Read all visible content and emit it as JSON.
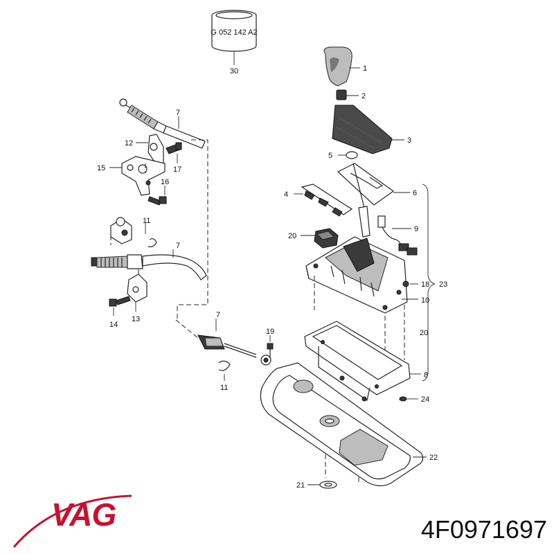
{
  "sleeve_marking": "G 052 142 A2",
  "callouts": {
    "c1": "1",
    "c2": "2",
    "c3": "3",
    "c4": "4",
    "c5": "5",
    "c6": "6",
    "c7a": "7",
    "c7b": "7",
    "c7c": "7",
    "c8": "8",
    "c9": "9",
    "c10": "10",
    "c11a": "11",
    "c11b": "11",
    "c12": "12",
    "c13": "13",
    "c14": "14",
    "c15": "15",
    "c16": "16",
    "c17": "17",
    "c18": "18",
    "c19": "19",
    "c20a": "20",
    "c20b": "20",
    "c21": "21",
    "c22": "22",
    "c23": "23",
    "c24": "24",
    "c30": "30"
  },
  "brand": {
    "name": "VAG",
    "color": "#c8102e"
  },
  "part_number": "4F0971697"
}
